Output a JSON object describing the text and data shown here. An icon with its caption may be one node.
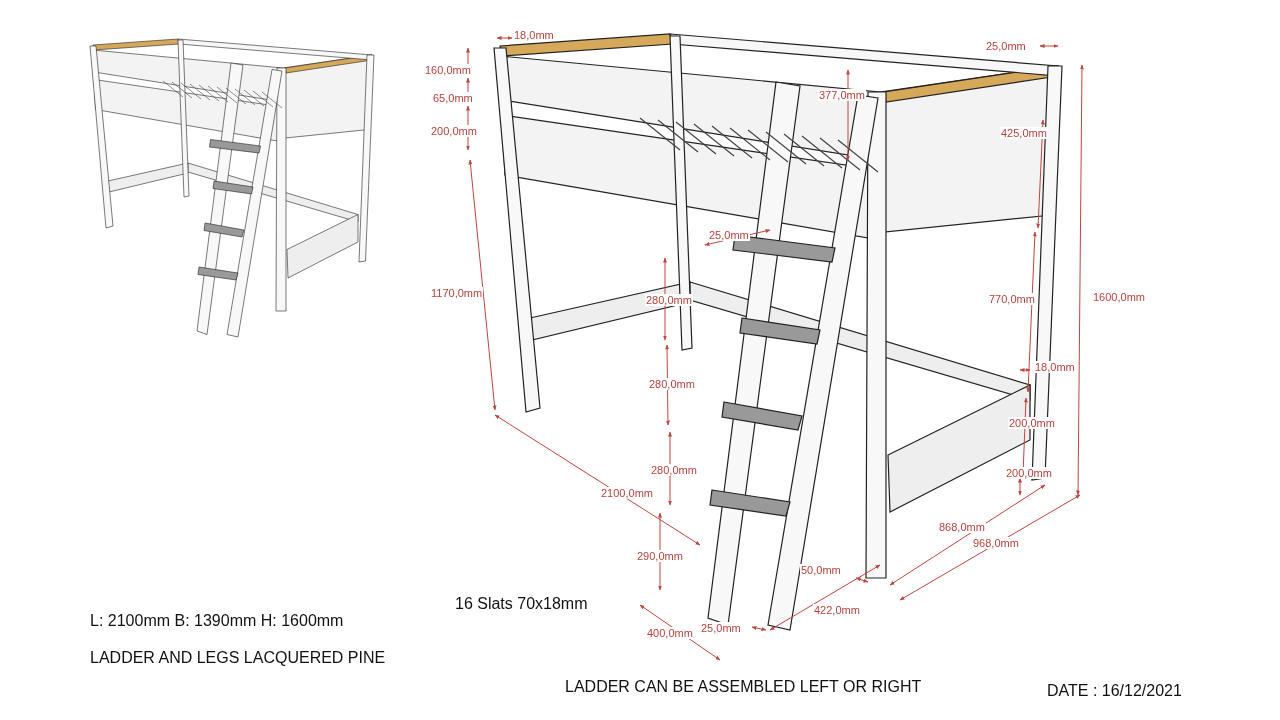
{
  "diagram": {
    "labels": [
      "18,0mm",
      "25,0mm",
      "160,0mm",
      "377,0mm",
      "65,0mm",
      "425,0mm",
      "200,0mm",
      "25,0mm",
      "1170,0mm",
      "280,0mm",
      "770,0mm",
      "1600,0mm",
      "18,0mm",
      "280,0mm",
      "200,0mm",
      "280,0mm",
      "200,0mm",
      "2100,0mm",
      "868,0mm",
      "968,0mm",
      "290,0mm",
      "50,0mm",
      "L: 2100mm B: 1390mm H: 1600mm",
      "16 Slats 70x18mm",
      "422,0mm",
      "400,0mm",
      "25,0mm",
      "LADDER AND LEGS LACQUERED PINE",
      "LADDER CAN BE ASSEMBLED LEFT OR RIGHT",
      "DATE : 16/12/2021"
    ]
  }
}
